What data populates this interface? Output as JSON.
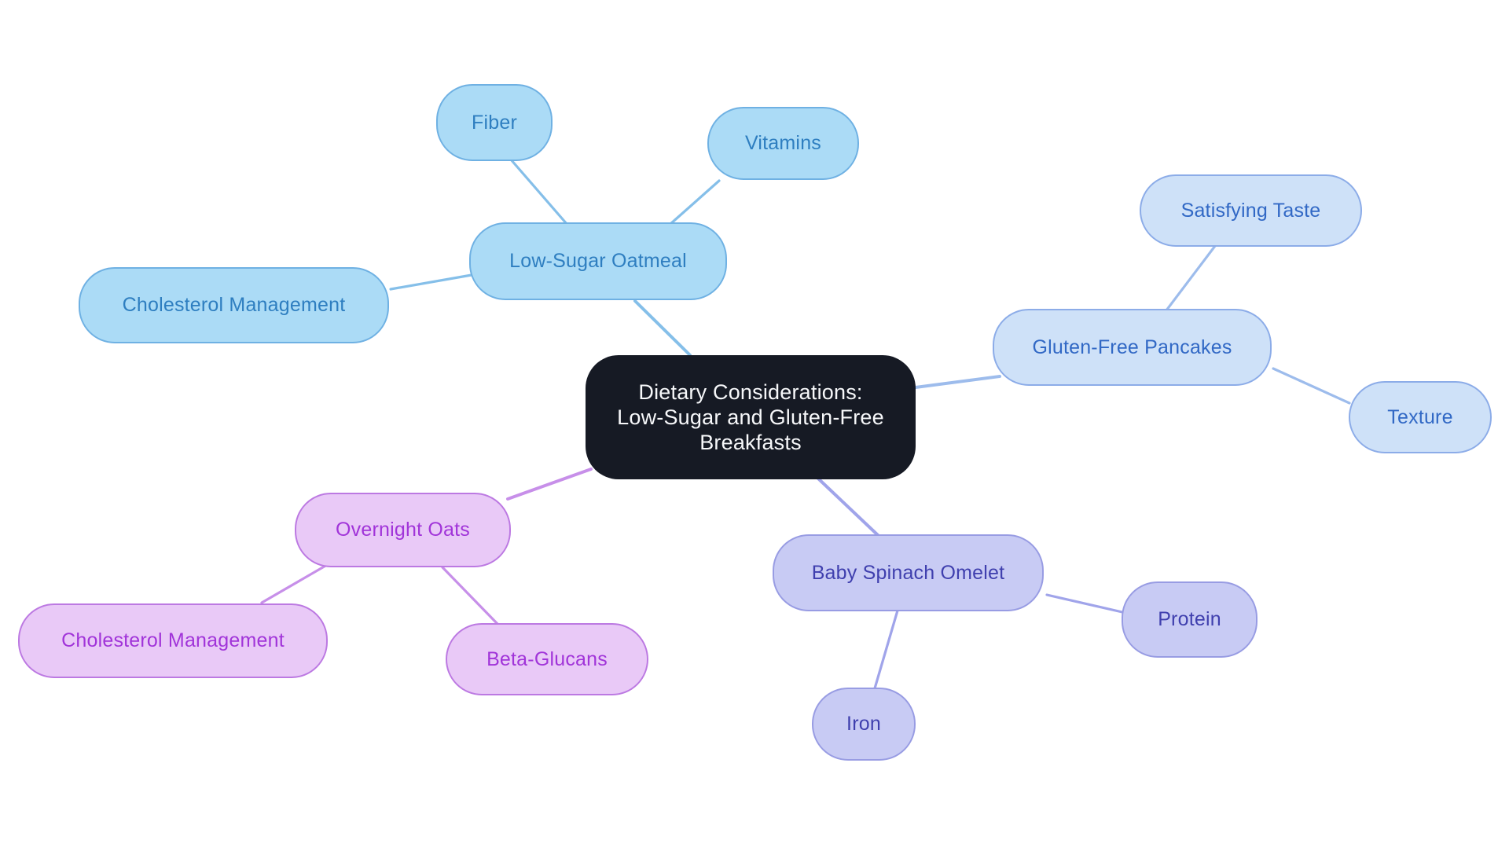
{
  "canvas": {
    "background": "#ffffff"
  },
  "root": {
    "label": "Dietary Considerations:\nLow-Sugar and Gluten-Free\nBreakfasts",
    "fill": "#161a24",
    "text_color": "#f7f8fa"
  },
  "branches": [
    {
      "id": "low-sugar-oatmeal",
      "label": "Low-Sugar Oatmeal",
      "fill": "#abdbf6",
      "border": "#6fb1e3",
      "text": "#2e7ec0",
      "edge": "#85bfe9",
      "children": [
        {
          "label": "Fiber"
        },
        {
          "label": "Vitamins"
        },
        {
          "label": "Cholesterol Management"
        }
      ]
    },
    {
      "id": "gluten-free-pancakes",
      "label": "Gluten-Free Pancakes",
      "fill": "#cee1f8",
      "border": "#8cace8",
      "text": "#3168c5",
      "edge": "#9dbcec",
      "children": [
        {
          "label": "Satisfying Taste"
        },
        {
          "label": "Texture"
        }
      ]
    },
    {
      "id": "overnight-oats",
      "label": "Overnight Oats",
      "fill": "#e9c9f7",
      "border": "#bc79e2",
      "text": "#a134d9",
      "edge": "#c78fe9",
      "children": [
        {
          "label": "Cholesterol Management"
        },
        {
          "label": "Beta-Glucans"
        }
      ]
    },
    {
      "id": "baby-spinach-omelet",
      "label": "Baby Spinach Omelet",
      "fill": "#c8cbf4",
      "border": "#989ce3",
      "text": "#3f3fae",
      "edge": "#a0a4ea",
      "children": [
        {
          "label": "Protein"
        },
        {
          "label": "Iron"
        }
      ]
    }
  ]
}
